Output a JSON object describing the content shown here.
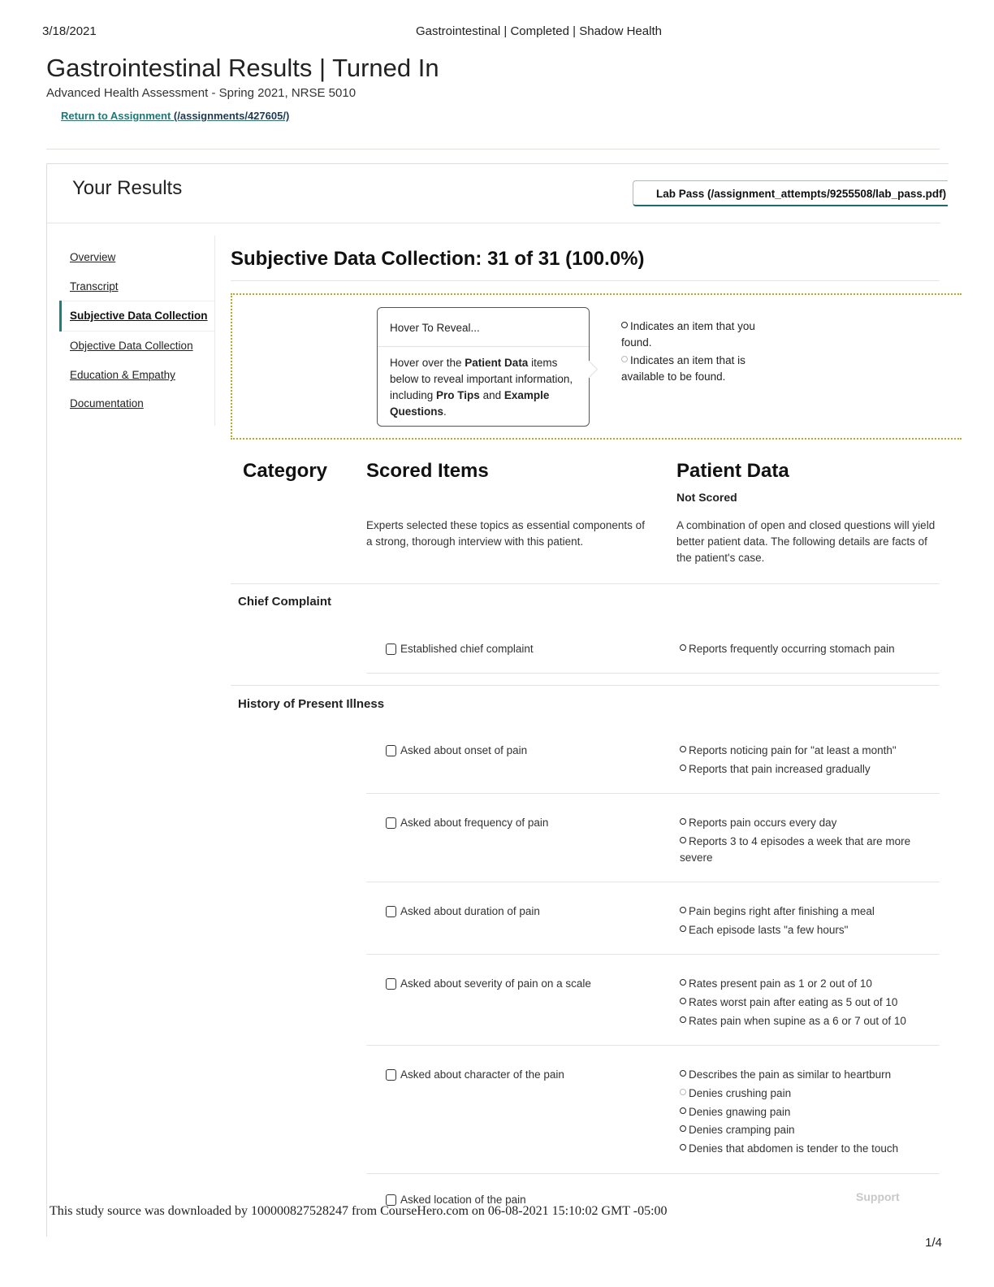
{
  "print_header": {
    "date": "3/18/2021",
    "title": "Gastrointestinal | Completed | Shadow Health",
    "page": "1/4"
  },
  "page": {
    "title": "Gastrointestinal Results | Turned In",
    "course": "Advanced Health Assessment - Spring 2021, NRSE 5010",
    "return_link": "Return to Assignment",
    "return_path": " (/assignments/427605/)"
  },
  "results": {
    "heading": "Your Results",
    "lab_pass": "Lab Pass (/assignment_attempts/9255508/lab_pass.pdf)"
  },
  "nav": [
    {
      "label": "Overview",
      "active": false
    },
    {
      "label": "Transcript",
      "active": false
    },
    {
      "label": "Subjective Data Collection",
      "active": true
    },
    {
      "label": "Objective Data Collection",
      "active": false
    },
    {
      "label": "Education & Empathy",
      "active": false
    },
    {
      "label": "Documentation",
      "active": false
    }
  ],
  "section": {
    "title": "Subjective Data Collection: 31 of 31 (100.0%)"
  },
  "tip": {
    "head": "Hover To Reveal...",
    "body_1": "Hover over the ",
    "body_2": "Patient Data",
    "body_3": " items below to reveal important information, including ",
    "body_4": "Pro Tips",
    "body_5": " and ",
    "body_6": "Example Questions",
    "body_7": "."
  },
  "legend": {
    "found": "Indicates an item that you found.",
    "available": "Indicates an item that is available to be found."
  },
  "table": {
    "col_category": "Category",
    "col_scored": "Scored Items",
    "col_patient": "Patient Data",
    "not_scored": "Not Scored",
    "scored_desc": "Experts selected these topics as essential components of a strong, thorough interview with this patient.",
    "patient_desc": "A combination of open and closed questions will yield better patient data. The following details are facts of the patient's case."
  },
  "categories": {
    "chief": "Chief Complaint",
    "hpi": "History of Present Illness"
  },
  "items": {
    "chief_complaint": {
      "label": "Established chief complaint",
      "data": [
        "Reports frequently occurring stomach pain"
      ]
    },
    "onset": {
      "label": "Asked about onset of pain",
      "data": [
        "Reports noticing pain for \"at least a month\"",
        "Reports that pain increased gradually"
      ]
    },
    "frequency": {
      "label": "Asked about frequency of pain",
      "data": [
        "Reports pain occurs every day",
        "Reports 3 to 4 episodes a week that are more severe"
      ]
    },
    "duration": {
      "label": "Asked about duration of pain",
      "data": [
        "Pain begins right after finishing a meal",
        "Each episode lasts \"a few hours\""
      ]
    },
    "severity": {
      "label": "Asked about severity of pain on a scale",
      "data": [
        "Rates present pain as 1 or 2 out of 10",
        "Rates worst pain after eating as 5 out of 10",
        "Rates pain when supine as a 6 or 7 out of 10"
      ]
    },
    "character": {
      "label": "Asked about character of the pain",
      "data": [
        "Describes the pain as similar to heartburn",
        "Denies crushing pain",
        "Denies gnawing pain",
        "Denies cramping pain",
        "Denies that abdomen is tender to the touch"
      ]
    },
    "location": {
      "label": "Asked location of the pain"
    }
  },
  "footer": {
    "source": "This study source was downloaded by 100000827528247 from CourseHero.com on 06-08-2021 15:10:02 GMT -05:00",
    "support": "Support"
  }
}
